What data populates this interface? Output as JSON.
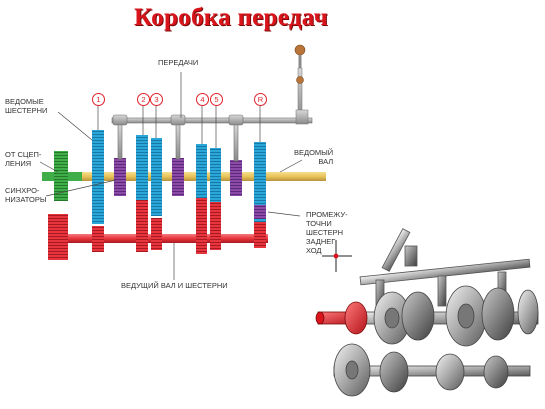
{
  "title": "Коробка передач",
  "labels": {
    "gears_top": "ПЕРЕДАЧИ",
    "driven_gears": "ВЕДОМЫЕ\nШЕСТЕРНИ",
    "from_clutch": "ОТ СЦЕП-\nЛЕНИЯ",
    "synchronizers": "СИНХРО-\nНИЗАТОРЫ",
    "driven_shaft": "ВЕДОМЫЙ\nВАЛ",
    "intermediate": "ПРОМЕЖУ-\nТОЧНИ\nШЕСТЕРН\nЗАДНЕГ\nХОД",
    "drive_shaft": "ВЕДУЩИЙ ВАЛ И ШЕСТЕРНИ"
  },
  "gear_numbers": [
    "1",
    "2",
    "3",
    "4",
    "5",
    "R"
  ],
  "colors": {
    "title": "#d9141b",
    "driven_gear": "#2aa7d8",
    "drive_gear": "#e8343c",
    "synchronizer": "#8c4aa8",
    "clutch_shaft": "#3fae49",
    "driven_shaft": "#e8c45a",
    "selector": "#9a9a9a",
    "lever_knob": "#b9743a"
  },
  "icons": [
    "gear-lever-icon",
    "gearbox-3d-illustration",
    "crosshair-icon"
  ]
}
